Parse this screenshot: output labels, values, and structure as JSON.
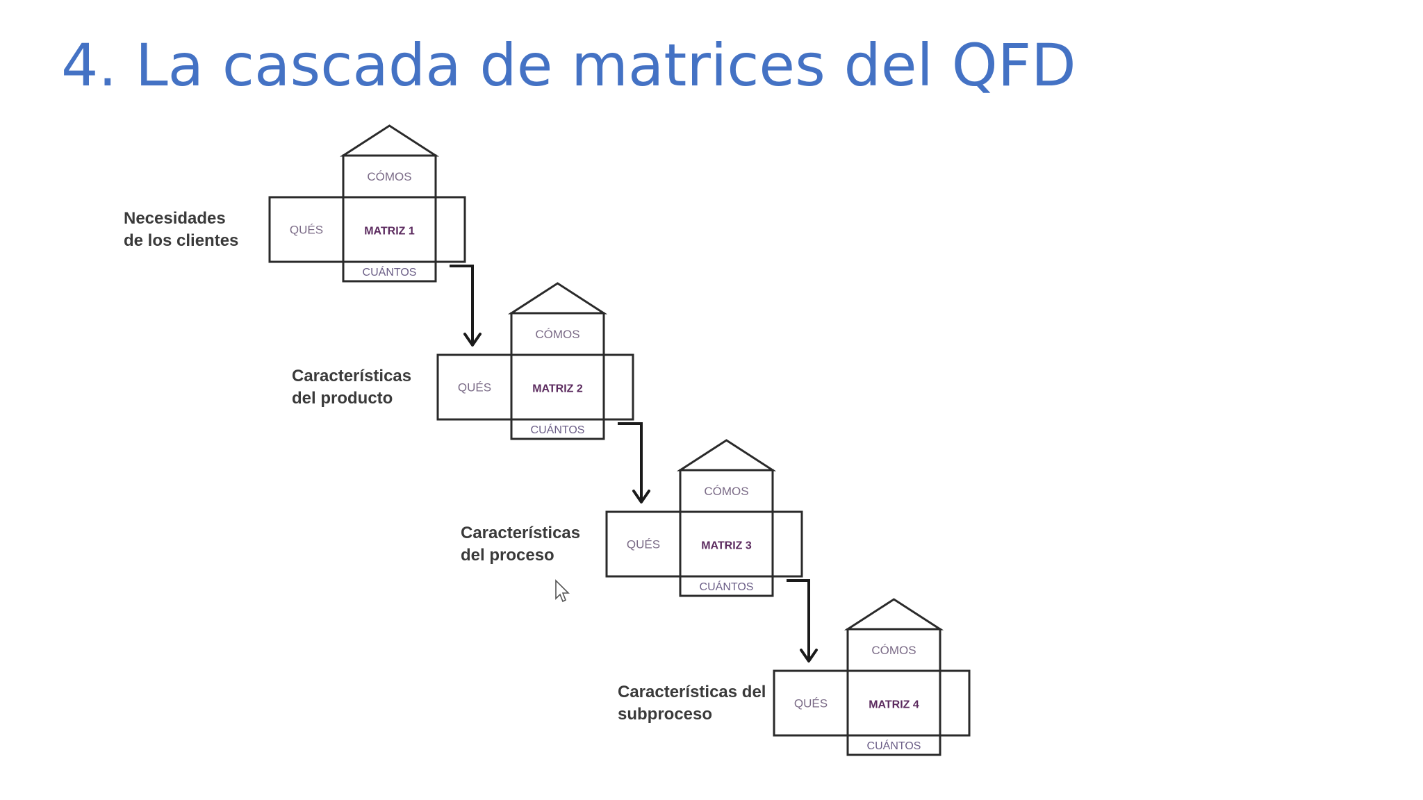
{
  "title": "4. La cascada de matrices del QFD",
  "matrices": [
    {
      "roof_label": "CÓMOS",
      "left_label": "QUÉS",
      "center_label": "MATRIZ 1",
      "bottom_label": "CUÁNTOS",
      "side_label_lines": [
        "Necesidades",
        "de los clientes"
      ]
    },
    {
      "roof_label": "CÓMOS",
      "left_label": "QUÉS",
      "center_label": "MATRIZ 2",
      "bottom_label": "CUÁNTOS",
      "side_label_lines": [
        "Características",
        "del producto"
      ]
    },
    {
      "roof_label": "CÓMOS",
      "left_label": "QUÉS",
      "center_label": "MATRIZ 3",
      "bottom_label": "CUÁNTOS",
      "side_label_lines": [
        "Características",
        "del proceso"
      ]
    },
    {
      "roof_label": "CÓMOS",
      "left_label": "QUÉS",
      "center_label": "MATRIZ 4",
      "bottom_label": "CUÁNTOS",
      "side_label_lines": [
        "Características del",
        "subproceso"
      ]
    }
  ],
  "colors": {
    "title": "#4472c4",
    "outline": "#2a2a2a",
    "matrix_label": "#5b2a5e"
  }
}
